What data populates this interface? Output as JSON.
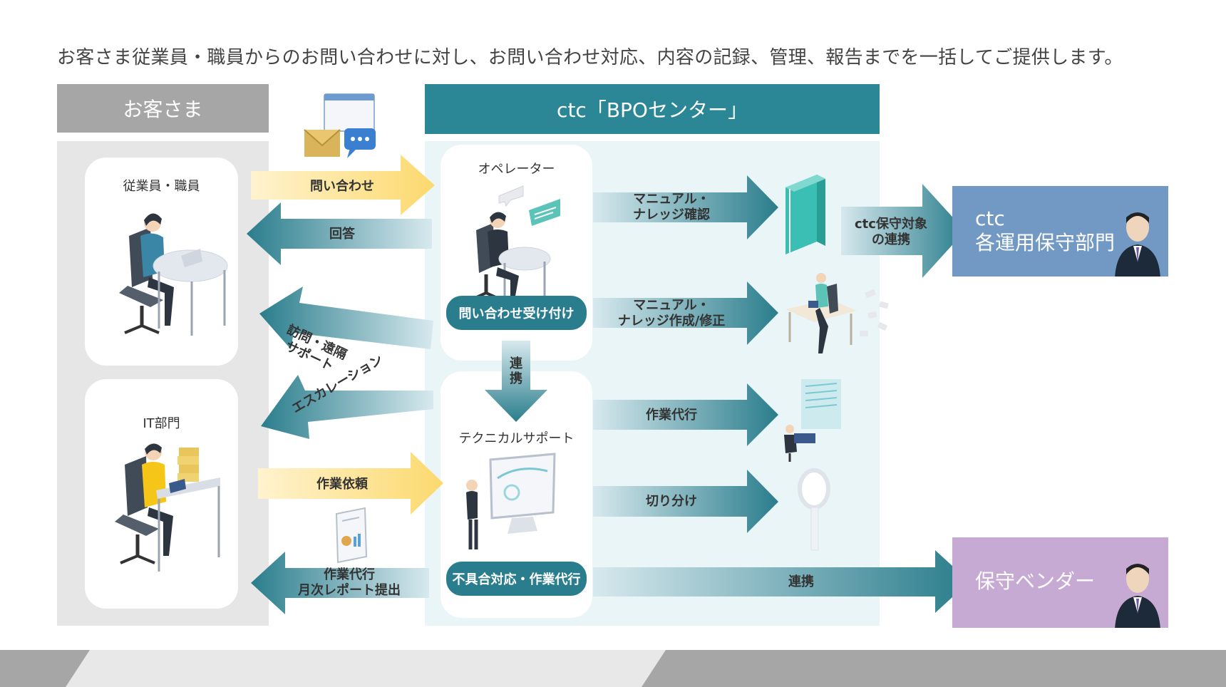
{
  "headline": "お客さま従業員・職員からのお問い合わせに対し、お問い合わせ対応、内容の記録、管理、報告までを一括してご提供します。",
  "customer": {
    "header": "お客さま",
    "employee_label": "従業員・職員",
    "it_label": "IT部門"
  },
  "bpo": {
    "header": "ctc「BPOセンター」",
    "operator_label": "オペレーター",
    "operator_pill": "問い合わせ受け付け",
    "tech_label": "テクニカルサポート",
    "tech_pill": "不具合対応・作業代行"
  },
  "arrows": {
    "inquiry": "問い合わせ",
    "answer": "回答",
    "visit_line1": "訪問・遠隔",
    "visit_line2": "サポート",
    "escalation": "エスカレーション",
    "renkei_down_1": "連",
    "renkei_down_2": "携",
    "work_request": "作業依頼",
    "report_line1": "作業代行",
    "report_line2": "月次レポート提出",
    "manual_check_line1": "マニュアル・",
    "manual_check_line2": "ナレッジ確認",
    "manual_create_line1": "マニュアル・",
    "manual_create_line2": "ナレッジ作成/修正",
    "proxy_work": "作業代行",
    "isolation": "切り分け",
    "vendor_link": "連携",
    "ctc_link_line1": "ctc保守対象",
    "ctc_link_line2": "の連携"
  },
  "destinations": {
    "ctc_line1": "ctc",
    "ctc_line2": "各運用保守部門",
    "vendor": "保守ベンダー"
  },
  "colors": {
    "teal_dark": "#2a7d8c",
    "teal_header": "#2b8795",
    "gray_header": "#a6a6a6",
    "gray_panel": "#e6e6e6",
    "light_teal_panel": "#eaf5f8",
    "yellow_arrow": "#fde9a8",
    "ctc_blue": "#7299c4",
    "vendor_purple": "#c6aad3",
    "book_teal": "#3bbfb5"
  }
}
